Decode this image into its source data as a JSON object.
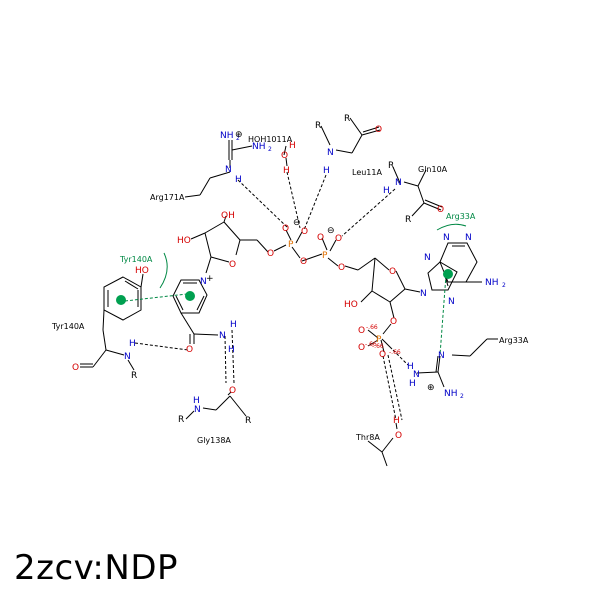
{
  "figure": {
    "caption": "2zcv:NDP",
    "colors": {
      "bond": "#000000",
      "oxygen": "#d40000",
      "nitrogen": "#0000c8",
      "phosphorus": "#e07000",
      "hydrophobic": "#008844",
      "hbond": "#000000"
    }
  },
  "residues": {
    "arg171": "Arg171A",
    "hoh1011": "HOH1011A",
    "leu11": "Leu11A",
    "gln10": "Gln10A",
    "arg33_contact": "Arg33A",
    "arg33": "Arg33A",
    "tyr140_contact": "Tyr140A",
    "tyr140": "Tyr140A",
    "gly138": "Gly138A",
    "thr8": "Thr8A"
  },
  "atoms": {
    "nh2_a": "NH",
    "nh2_b": "NH",
    "h_a": "H",
    "o_hoh": "O",
    "h_hoh": "H",
    "h_hoh2": "H",
    "n_leu": "N",
    "h_leu": "H",
    "r_leu": "R",
    "o_leu": "O",
    "r_gln": "R",
    "n_gln": "N",
    "h_gln": "H",
    "r_gln2": "R",
    "o_gln": "O",
    "o_p1a": "O",
    "o_p1b": "O",
    "p1": "P",
    "o_p1c": "O",
    "o_p2a": "O",
    "p2": "P",
    "o_p2b": "O",
    "o_p2c": "O",
    "oh_ribose1_top": "OH",
    "ho_ribose1": "HO",
    "o_ribose1": "O",
    "n_plus": "N",
    "plus_sign": "+",
    "ho_tyr": "HO",
    "o_amide": "O",
    "n_amide": "N",
    "h_amide1": "H",
    "h_amide2": "H",
    "o_tyr_bb": "O",
    "n_tyr_bb": "N",
    "h_tyr_bb": "H",
    "r_tyr_bb": "R",
    "r_gly1": "R",
    "n_gly": "N",
    "h_gly": "H",
    "o_gly": "O",
    "r_gly2": "R",
    "o_ribose2": "O",
    "ho_ribose2": "HO",
    "o_link": "O",
    "p3": "P",
    "o_p3a": "O",
    "o_p3b": "O",
    "o_p3c": "O",
    "q_066a": "-.66",
    "q_066b": "-.66",
    "q_066c": "-.66",
    "q_066d": "-.66",
    "h_p3": "H",
    "n_arg33_1": "N",
    "h_arg33_1": "H",
    "n_arg33_2": "N",
    "h_arg33_2": "H",
    "nh2_arg33": "NH",
    "plus_arg33": "⊕",
    "n_ad1": "N",
    "n_ad2": "N",
    "n_ad3": "N",
    "n_ad4": "N",
    "n_ad5": "N",
    "nh2_ad": "NH",
    "h_thr": "H",
    "o_thr": "O",
    "minus1": "⊖",
    "minus2": "⊖",
    "plus_top": "⊕"
  }
}
